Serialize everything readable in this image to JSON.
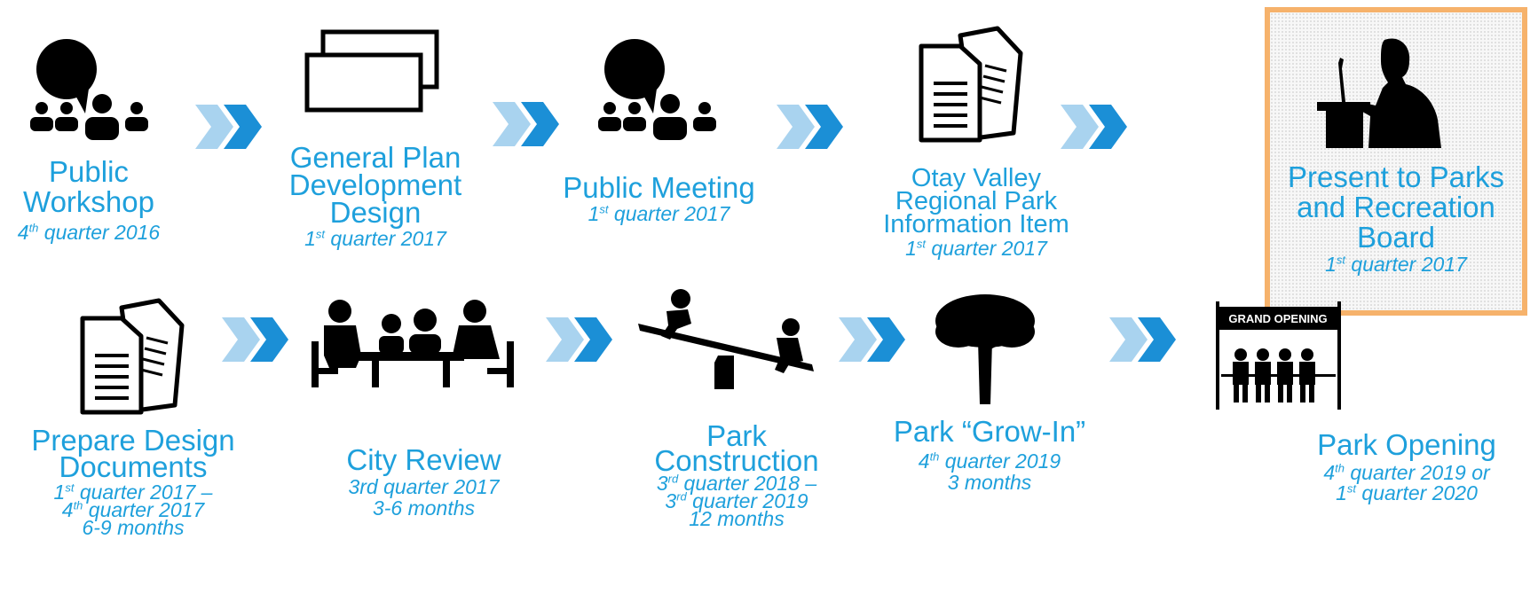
{
  "colors": {
    "accent": "#1ea0dc",
    "chevron_light": "#a9d3ef",
    "chevron_dark": "#1b8fd6",
    "highlight_border": "#f6b26b"
  },
  "steps": [
    {
      "title": "Public\nWorkshop",
      "detail_html": "4<sup>th</sup> quarter 2016",
      "icon": "people-meeting-speech-icon"
    },
    {
      "title": "General Plan\nDevelopment\nDesign",
      "detail_html": "1<sup>st</sup> quarter 2017",
      "icon": "plan-sheets-icon"
    },
    {
      "title": "Public Meeting",
      "detail_html": "1<sup>st</sup> quarter 2017",
      "icon": "people-meeting-speech-icon"
    },
    {
      "title": "Otay Valley\nRegional Park\nInformation Item",
      "detail_html": "1<sup>st</sup> quarter 2017",
      "icon": "documents-icon"
    },
    {
      "title": "Present to Parks\nand Recreation\nBoard",
      "detail_html": "1<sup>st</sup> quarter 2017",
      "icon": "speaker-podium-icon",
      "highlighted": true
    },
    {
      "title": "Prepare Design\nDocuments",
      "detail_html": "1<sup>st</sup> quarter 2017 –<br>4<sup>th</sup> quarter 2017<br>6-9 months",
      "icon": "documents-icon"
    },
    {
      "title": "City Review",
      "detail_html": "3rd quarter 2017<br>3-6 months",
      "icon": "table-meeting-icon"
    },
    {
      "title": "Park\nConstruction",
      "detail_html": "3<sup>rd</sup> quarter 2018 –<br>3<sup>rd</sup> quarter 2019<br>12 months",
      "icon": "seesaw-icon"
    },
    {
      "title": "Park “Grow-In”",
      "detail_html": "4<sup>th</sup> quarter 2019<br>3 months",
      "icon": "tree-icon"
    },
    {
      "title": "Park Opening",
      "detail_html": "4<sup>th</sup> quarter 2019 or<br>1<sup>st</sup> quarter 2020",
      "icon": "grand-opening-icon"
    }
  ],
  "grand_opening_sign": "GRAND OPENING"
}
